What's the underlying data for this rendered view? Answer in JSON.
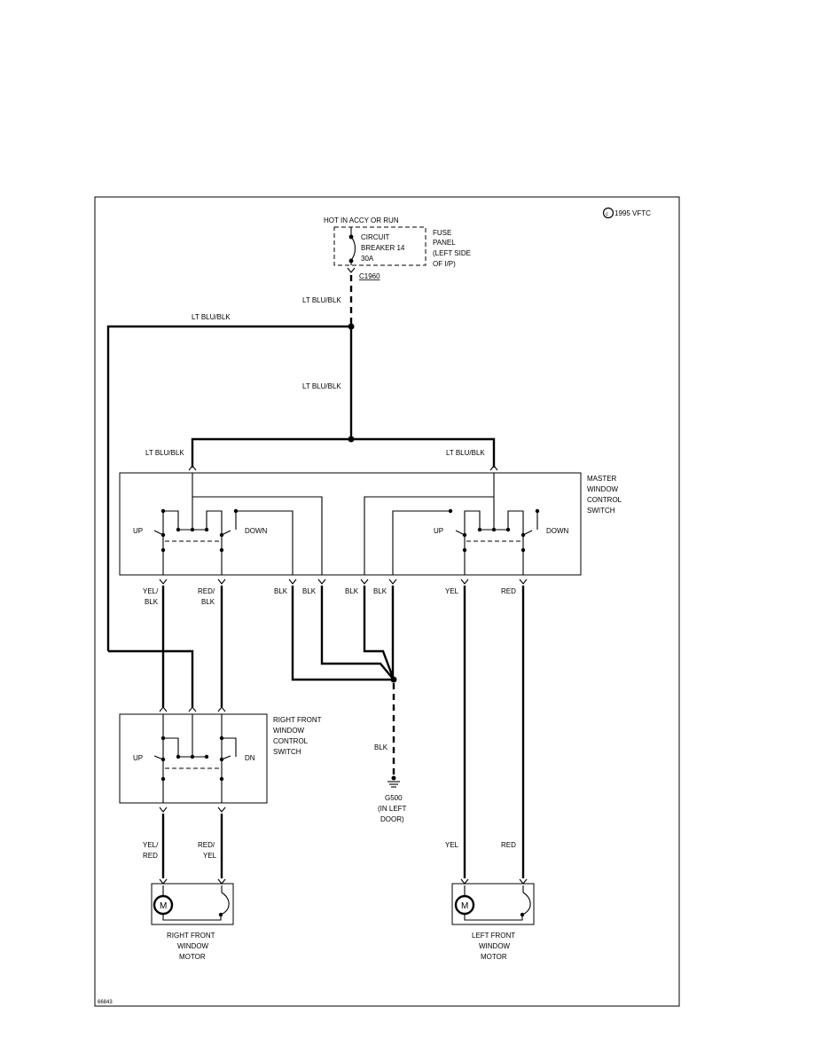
{
  "diagram": {
    "copyright": "1995 VFTC",
    "figure_id": "66843",
    "power_note": "HOT IN ACCY OR RUN",
    "breaker": {
      "line1": "CIRCUIT",
      "line2": "BREAKER 14",
      "line3": "30A"
    },
    "fuse_panel": {
      "line1": "FUSE",
      "line2": "PANEL",
      "line3": "(LEFT SIDE",
      "line4": "OF I/P)"
    },
    "connector": "C1960",
    "wires": {
      "lt_blu_blk": "LT BLU/BLK",
      "yel_blk_1": "YEL/",
      "yel_blk_2": "BLK",
      "red_blk_1": "RED/",
      "red_blk_2": "BLK",
      "blk": "BLK",
      "yel": "YEL",
      "red": "RED",
      "yel_red_1": "YEL/",
      "yel_red_2": "RED",
      "red_yel_1": "RED/",
      "red_yel_2": "YEL"
    },
    "master_switch": {
      "line1": "MASTER",
      "line2": "WINDOW",
      "line3": "CONTROL",
      "line4": "SWITCH"
    },
    "switch_labels": {
      "up": "UP",
      "down": "DOWN",
      "dn": "DN"
    },
    "rf_switch": {
      "line1": "RIGHT FRONT",
      "line2": "WINDOW",
      "line3": "CONTROL",
      "line4": "SWITCH"
    },
    "ground": {
      "id": "G500",
      "line1": "(IN LEFT",
      "line2": "DOOR)"
    },
    "motor_symbol": "M",
    "rf_motor": {
      "line1": "RIGHT FRONT",
      "line2": "WINDOW",
      "line3": "MOTOR"
    },
    "lf_motor": {
      "line1": "LEFT FRONT",
      "line2": "WINDOW",
      "line3": "MOTOR"
    }
  }
}
